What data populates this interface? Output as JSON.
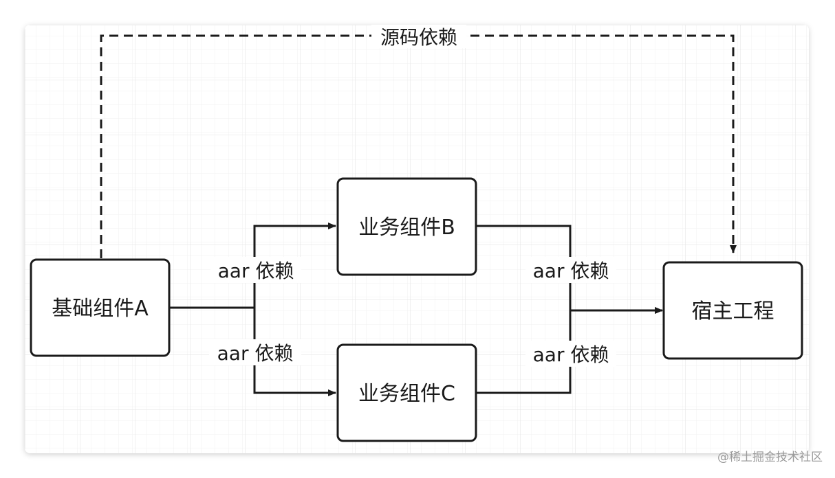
{
  "nodes": {
    "base_a": "基础组件A",
    "biz_b": "业务组件B",
    "biz_c": "业务组件C",
    "host": "宿主工程"
  },
  "edges": {
    "source_dep": "源码依赖",
    "aar_a_b": "aar 依赖",
    "aar_a_c": "aar 依赖",
    "aar_b_host": "aar 依赖",
    "aar_c_host": "aar 依赖"
  },
  "watermark": "@稀土掘金技术社区",
  "colors": {
    "stroke": "#1a1a1a",
    "grid_major": "#e4e4e4",
    "grid_minor": "#f1f1f1",
    "canvas_bg": "#ffffff"
  }
}
